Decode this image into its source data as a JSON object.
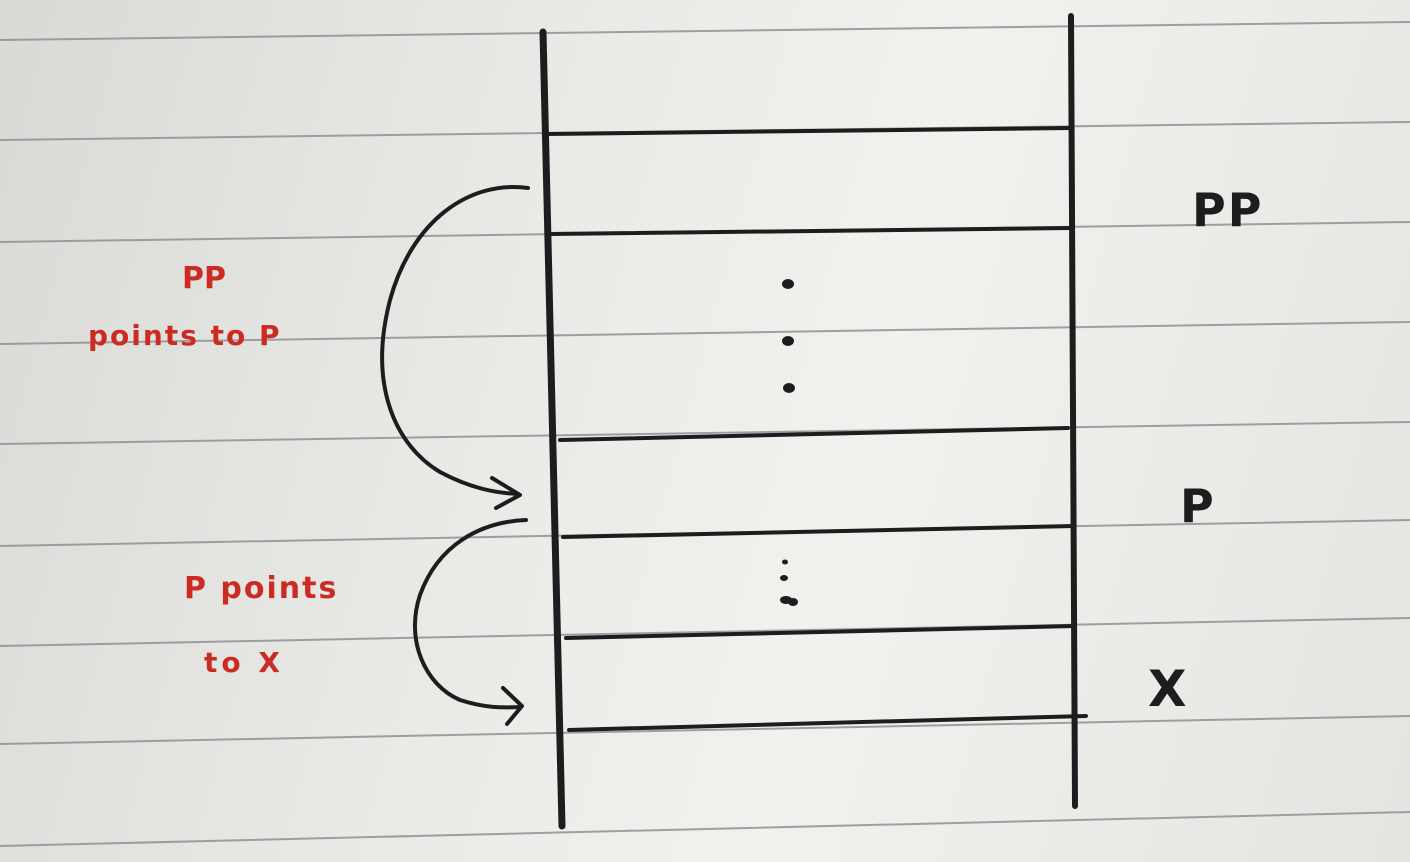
{
  "labels": {
    "pp": "PP",
    "p": "P",
    "x": "X"
  },
  "annotations": {
    "pp_line1": "PP",
    "pp_line2": "points to P",
    "p_line1": "P points",
    "p_line2": "to X"
  },
  "colors": {
    "paper": "#ececea",
    "ruled_line": "#8f9198",
    "ink": "#1d1d1f",
    "annotation": "#cc2b24"
  }
}
